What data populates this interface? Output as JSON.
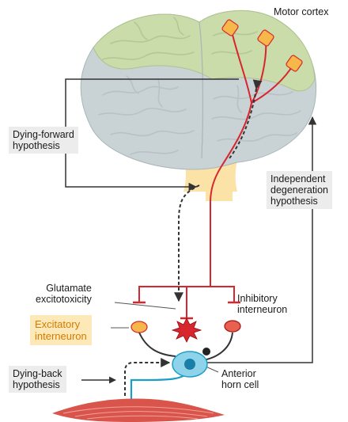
{
  "labels": {
    "motor_cortex": "Motor cortex",
    "dying_forward": "Dying-forward\nhypothesis",
    "independent": "Independent\ndegeneration\nhypothesis",
    "glutamate": "Glutamate\nexcitotoxicity",
    "inhibitory": "Inhibitory\ninterneuron",
    "excitatory": "Excitatory\ninterneuron",
    "dying_back": "Dying-back\nhypothesis",
    "anterior_horn": "Anterior\nhorn cell"
  },
  "colors": {
    "brain_grey": "#c9d3d5",
    "cortex_green": "#c9dcaa",
    "brainstem": "#fbe3a8",
    "upper_motor_neuron": "#d8262e",
    "lower_motor_neuron": "#1a9ec7",
    "neuron_body": "#f6b84b",
    "muscle": "#d9544a",
    "arrow": "#333333"
  }
}
